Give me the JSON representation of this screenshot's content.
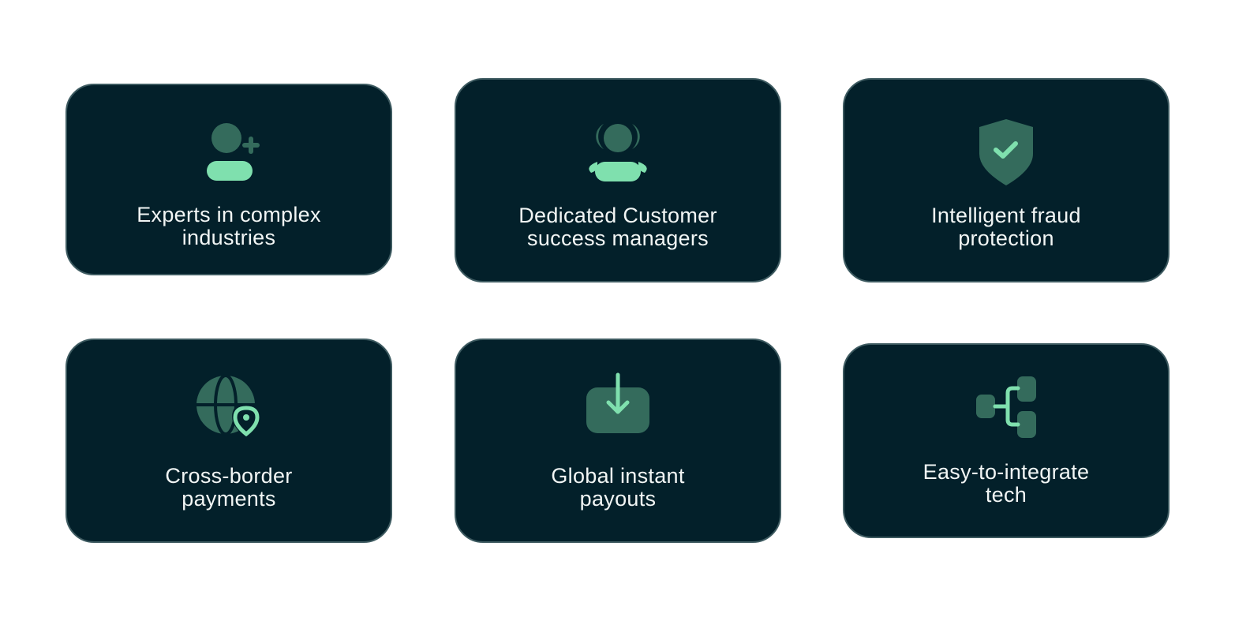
{
  "colors": {
    "page_background": "#ffffff",
    "card_background": "#03202a",
    "card_border": "#3d5a60",
    "icon_dark": "#346b5c",
    "icon_light": "#7fe0ae",
    "text": "#f2f6f5"
  },
  "cards": [
    {
      "icon": "user-plus-icon",
      "line1": "Experts in complex",
      "line2": "industries"
    },
    {
      "icon": "team-icon",
      "line1": "Dedicated Customer",
      "line2": "success managers"
    },
    {
      "icon": "shield-check-icon",
      "line1": "Intelligent fraud",
      "line2": "protection"
    },
    {
      "icon": "globe-pin-icon",
      "line1": "Cross-border",
      "line2": "payments"
    },
    {
      "icon": "download-tray-icon",
      "line1": "Global instant",
      "line2": "payouts"
    },
    {
      "icon": "flow-nodes-icon",
      "line1": "Easy-to-integrate",
      "line2": "tech"
    }
  ]
}
